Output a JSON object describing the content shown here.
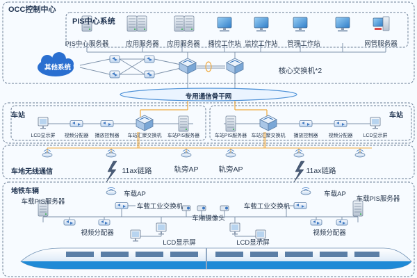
{
  "occ": {
    "title": "OCC控制中心",
    "pis_system": "PIS中心系统",
    "servers": [
      "PIS中心服务器",
      "应用服务器",
      "应用服务器",
      "播控工作站",
      "监控工作站",
      "管理工作站",
      "网管服务器"
    ],
    "other_systems": "其他系统",
    "core_switch": "核心交换机*2"
  },
  "backbone": "专用通信骨干网",
  "station_left": {
    "title": "车站",
    "devices": [
      "LCD显示屏",
      "视频分配器",
      "播放控制器",
      "车站汇聚交换机",
      "车站PIS服务器"
    ]
  },
  "station_right": {
    "title": "车站",
    "devices": [
      "车站PIS服务器",
      "车站汇聚交换机",
      "播放控制器",
      "视频分配器",
      "LCD显示屏"
    ]
  },
  "wireless": {
    "title": "车地无线通信",
    "link_left": "11ax链路",
    "ap_left": "轨旁AP",
    "ap_right": "轨旁AP",
    "link_right": "11ax链路"
  },
  "train": {
    "title": "地铁车辆",
    "vehicle_ap_left": "车载AP",
    "vehicle_ap_right": "车载AP",
    "pis_server_left": "车载PIS服务器",
    "pis_server_right": "车载PIS服务器",
    "switch_left": "车载工业交换机",
    "switch_right": "车载工业交换机",
    "camera": "车厢摄像头",
    "video_dist_left": "视频分配器",
    "video_dist_right": "视频分配器",
    "lcd_left": "LCD显示屏",
    "lcd_right": "LCD显示屏"
  },
  "colors": {
    "background": "#f7fbff",
    "dash_border": "#6a7d95",
    "line": "#7f93ab",
    "uplink": "#f0a93c",
    "other_systems_fill": "#2a6fd0",
    "backbone_fill": "#eaf4ff",
    "backbone_stroke": "#4a8fd6",
    "train_body": "#1f8ad6"
  }
}
